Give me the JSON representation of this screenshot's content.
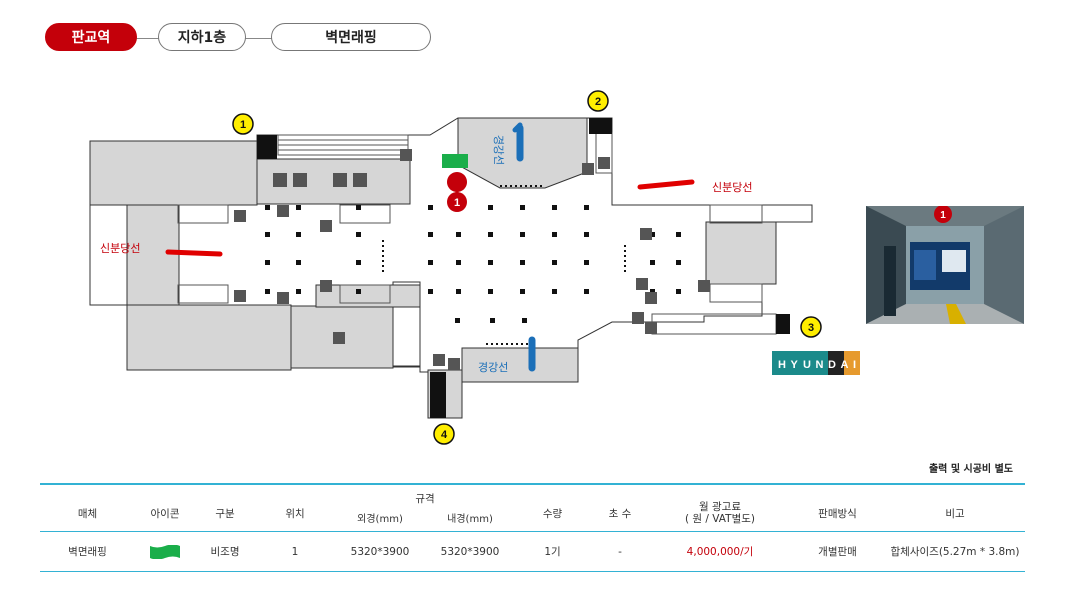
{
  "breadcrumb": {
    "station": "판교역",
    "floor": "지하1층",
    "category": "벽면래핑"
  },
  "map": {
    "labels": {
      "line_top": "경강선",
      "line_bottom": "경강선",
      "shinbundang_left": "신분당선",
      "shinbundang_right": "신분당선",
      "hyundai": [
        "H",
        "Y",
        "U",
        "N",
        "D",
        "A",
        "I"
      ]
    },
    "exits": [
      "1",
      "2",
      "3",
      "4"
    ],
    "ad_marker": "1"
  },
  "photo": {
    "marker": "1"
  },
  "table": {
    "note": "출력 및 시공비 별도",
    "headers": {
      "media": "매체",
      "icon": "아이콘",
      "type": "구분",
      "position": "위치",
      "spec": "규격",
      "spec_outer": "외경(mm)",
      "spec_inner": "내경(mm)",
      "quantity": "수량",
      "faces": "초 수",
      "price_line1": "월 광고료",
      "price_line2": "( 원 / VAT별도)",
      "sales": "판매방식",
      "remarks": "비고"
    },
    "rows": [
      {
        "media": "벽면래핑",
        "type": "비조명",
        "position": "1",
        "outer": "5320*3900",
        "inner": "5320*3900",
        "quantity": "1기",
        "faces": "-",
        "price": "4,000,000/기",
        "sales": "개별판매",
        "remarks": "합체사이즈(5.27m * 3.8m)"
      }
    ]
  },
  "colors": {
    "accent": "#c4000a",
    "table_line": "#33b2d4",
    "ad_icon": "#1aae4a",
    "line_blue": "#1b6fb8",
    "exit_yellow": "#ffee00"
  }
}
